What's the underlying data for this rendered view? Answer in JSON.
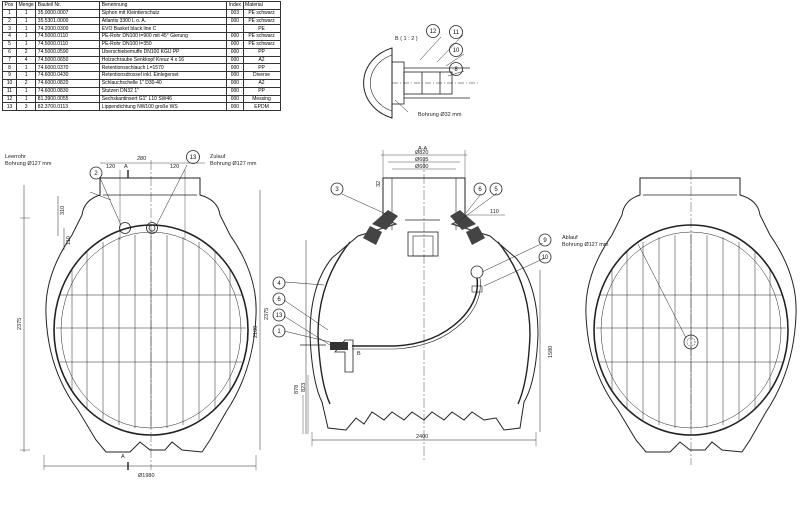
{
  "bom": {
    "headers": [
      "Pos",
      "Menge",
      "Bauteil Nr.",
      "Benennung",
      "Index",
      "Material"
    ],
    "rows": [
      [
        "1",
        "1",
        "35.0000.0007",
        "Siphon mit Kleintierschutz",
        "003",
        "PE schwarz"
      ],
      [
        "2",
        "1",
        "35.5301.0000",
        "Atlantis 3300 L o. A.",
        "000",
        "PE schwarz"
      ],
      [
        "3",
        "1",
        "74.2000.0300",
        "EVO Basket black line C",
        "",
        "PE"
      ],
      [
        "4",
        "1",
        "74.5000.0110",
        "PE-Rohr DN100 l=900 mit 45° Gierung",
        "000",
        "PE schwarz"
      ],
      [
        "5",
        "1",
        "74.5000.0110",
        "PE-Rohr DN100 l=350",
        "000",
        "PE schwarz"
      ],
      [
        "6",
        "2",
        "74.5000.0590",
        "Überschiebemuffe DN100 KGU PP",
        "000",
        "PP"
      ],
      [
        "7",
        "4",
        "74.5000.0650",
        "Holzschraube Senkkopf Kreuz 4 x 16",
        "000",
        "A2"
      ],
      [
        "8",
        "1",
        "74.6000.0370",
        "Retentionsschlauch L=1570",
        "000",
        "PP"
      ],
      [
        "9",
        "1",
        "74.6000.0430",
        "Retentionsdrossel inkl. Einlegerset",
        "000",
        "Diverse"
      ],
      [
        "10",
        "2",
        "74.6000.0820",
        "Schlauchschelle 1\" D30-40",
        "000",
        "A2"
      ],
      [
        "11",
        "1",
        "74.6000.0830",
        "Stutzen DN32 1\"",
        "000",
        "PP"
      ],
      [
        "12",
        "1",
        "81.3900.0055",
        "Sechskantinsert G1\" L10 SW46",
        "000",
        "Messing"
      ],
      [
        "13",
        "3",
        "82.3700.0113",
        "Lippendichtung NW100 große WS",
        "000",
        "EPDM"
      ]
    ]
  },
  "labels": {
    "detail_b": "B ( 1 : 2 )",
    "detail_b_bore": "Bohrung Ø32 mm",
    "leerrohr_1": "Leerrohr",
    "leerrohr_2": "Bohrung Ø127 mm",
    "zulauf_1": "Zulauf",
    "zulauf_2": "Bohrung Ø127 mm",
    "ablauf_1": "Ablauf",
    "ablauf_2": "Bohrung Ø127 mm",
    "section": "A-A",
    "cut_a": "A",
    "detail_ref_b": "B"
  },
  "dims": {
    "top_120": "120",
    "top_280": "280",
    "top_120b": "120",
    "d_310": "310",
    "d_110": "110",
    "d_2375": "2375",
    "d_1980": "Ø1980",
    "sec_820": "Ø820",
    "sec_605": "Ø605",
    "sec_600": "Ø600",
    "sec_32": "32",
    "sec_110": "110",
    "sec_2180": "2180",
    "sec_2375": "2375",
    "sec_1580": "1580",
    "sec_878": "878",
    "sec_823": "823",
    "sec_2400": "2400"
  },
  "balloons": [
    "1",
    "2",
    "3",
    "4",
    "5",
    "6",
    "8",
    "9",
    "10",
    "11",
    "12",
    "13"
  ]
}
